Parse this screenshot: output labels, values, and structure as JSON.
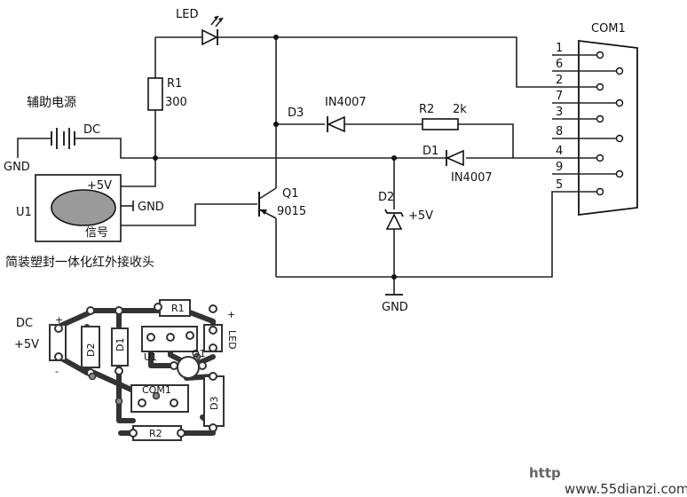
{
  "labels": {
    "led": "LED",
    "r1": "R1",
    "r1_value": "300",
    "aux_power": "辅助电源",
    "dc": "DC",
    "gnd_left": "GND",
    "plus5v_u1": "+5V",
    "gnd_u1": "GND",
    "u1": "U1",
    "signal": "信号",
    "ir_receiver_caption": "简装塑封一体化红外接收头",
    "d3": "D3",
    "d3_part": "IN4007",
    "r2": "R2",
    "r2_value": "2k",
    "d1": "D1",
    "d1_part": "IN4007",
    "q1": "Q1",
    "q1_part": "9015",
    "d2": "D2",
    "d2_plus5v": "+5V",
    "gnd_bottom": "GND",
    "com1": "COM1"
  },
  "connector_pins": [
    "1",
    "6",
    "2",
    "7",
    "3",
    "8",
    "4",
    "9",
    "5"
  ],
  "pcb": {
    "dc": "DC",
    "plus": "+",
    "plus5v": "+5V",
    "minus": "-",
    "r1": "R1",
    "d2": "D2",
    "d1": "D1",
    "u1": "U1",
    "q1": "Q1",
    "led_plus": "+",
    "led": "LED",
    "com1": "COM1",
    "d3": "D3",
    "r2": "R2"
  },
  "watermark": {
    "prefix": "http",
    "url": "www.55dianzi.com"
  }
}
